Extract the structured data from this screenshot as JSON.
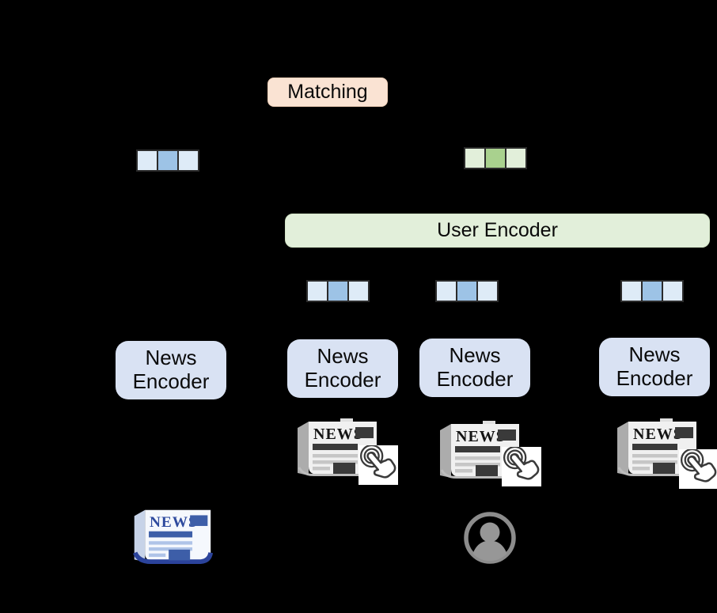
{
  "diagram": {
    "background": "#000000",
    "matching": {
      "label": "Matching",
      "bg": "#FAE3D3"
    },
    "user_encoder": {
      "label": "User Encoder",
      "bg": "#E2EFDA"
    },
    "news_encoder_bg": "#D9E2F3",
    "news_encoders": [
      {
        "line1": "News",
        "line2": "Encoder"
      },
      {
        "line1": "News",
        "line2": "Encoder"
      },
      {
        "line1": "News",
        "line2": "Encoder"
      },
      {
        "line1": "News",
        "line2": "Encoder"
      }
    ],
    "vectors": {
      "candidate_news": {
        "square_colors": [
          "#DEEBF7",
          "#9DC3E6",
          "#DEEBF7"
        ]
      },
      "user_embedding": {
        "square_colors": [
          "#E2EFDA",
          "#A9D18E",
          "#E2EFDA"
        ]
      },
      "clicked_news": [
        {
          "square_colors": [
            "#DEEBF7",
            "#9DC3E6",
            "#DEEBF7"
          ]
        },
        {
          "square_colors": [
            "#DEEBF7",
            "#9DC3E6",
            "#DEEBF7"
          ]
        },
        {
          "square_colors": [
            "#DEEBF7",
            "#9DC3E6",
            "#DEEBF7"
          ]
        }
      ]
    },
    "newspaper": {
      "masthead": "NEWS",
      "gray_accent": "#3A3A3A",
      "blue_accent": "#2E4A9E"
    },
    "icon_names": {
      "tap": "tap-gesture-icon",
      "user": "user-avatar-icon",
      "newspaper": "newspaper-icon"
    }
  }
}
